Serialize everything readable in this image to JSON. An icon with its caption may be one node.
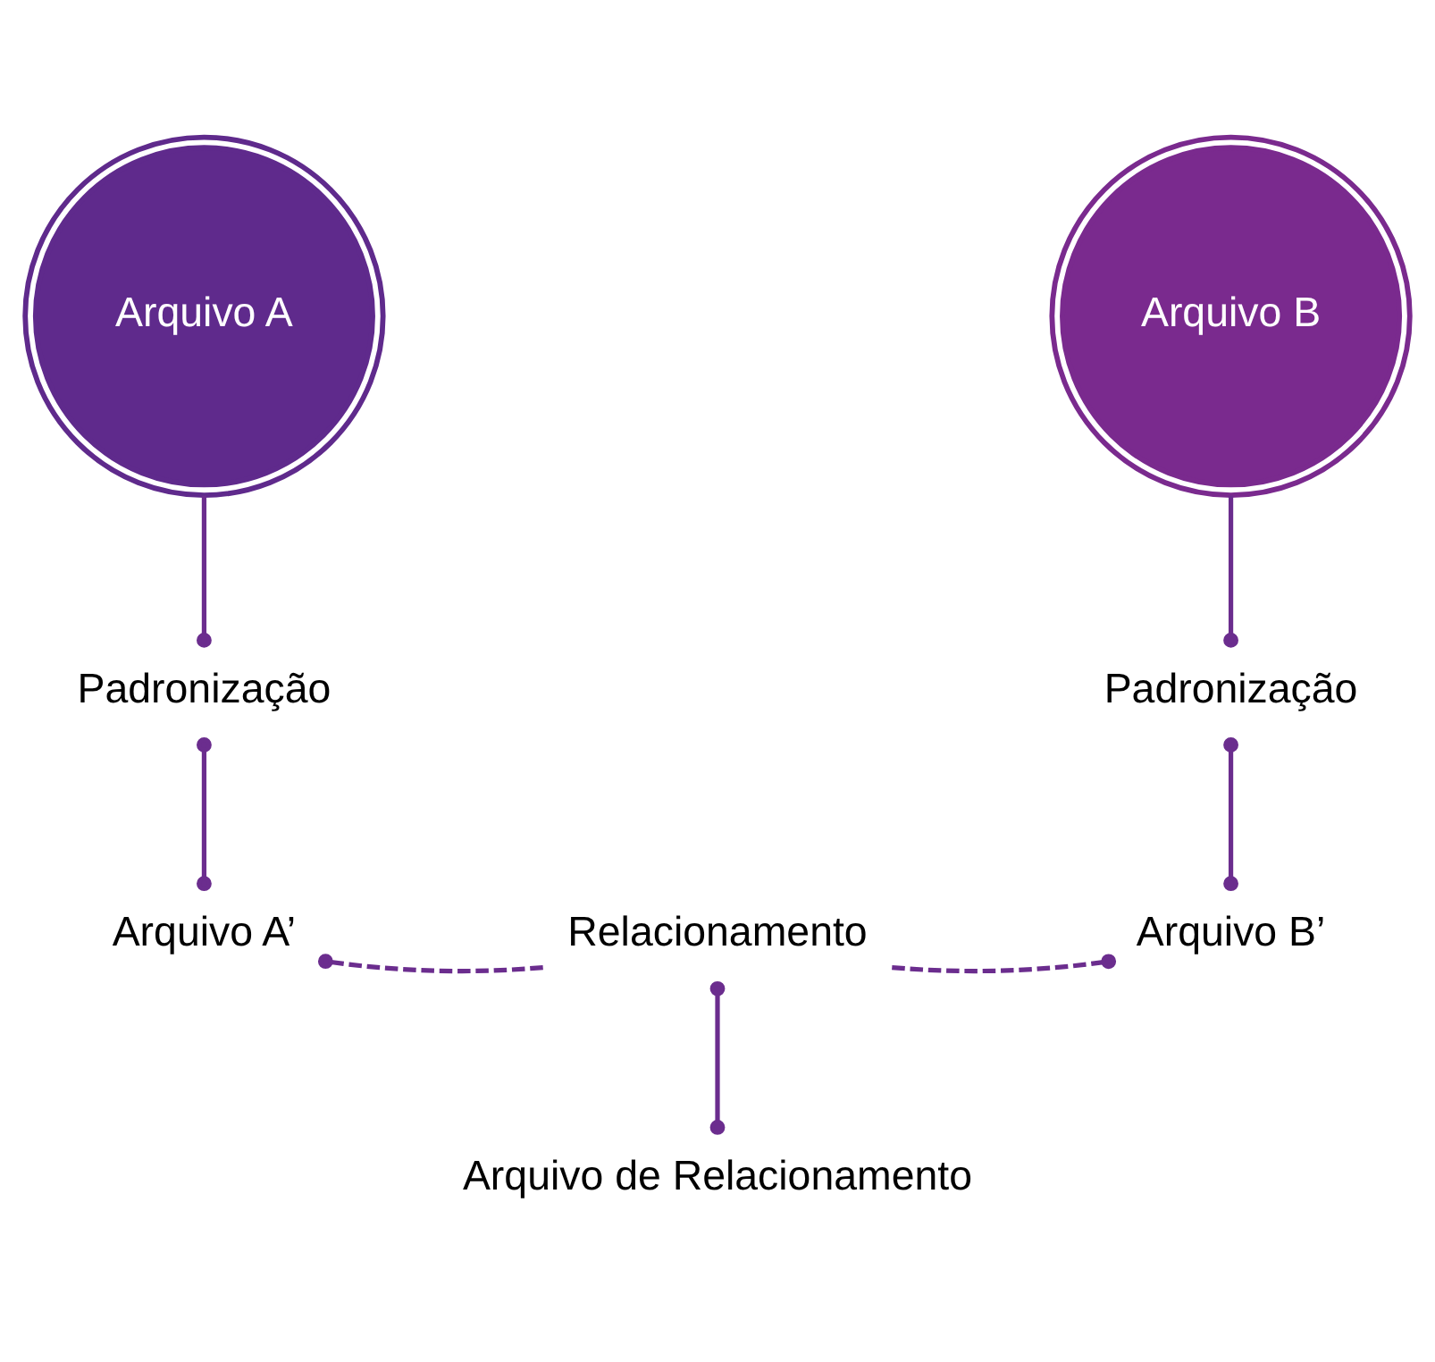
{
  "diagram": {
    "nodes": [
      {
        "text": [
          "Arquivo A"
        ]
      },
      {
        "text": [
          "Arquivo B"
        ]
      },
      {
        "text": [
          "Padronização"
        ]
      },
      {
        "text": [
          "Padronização"
        ]
      },
      {
        "text": [
          "Arquivo A’"
        ]
      },
      {
        "text": [
          "Relacionamento"
        ]
      },
      {
        "text": [
          "Arquivo B’"
        ]
      },
      {
        "text": [
          "Arquivo de Relacionamento"
        ]
      }
    ],
    "edges": [
      {
        "from": 0,
        "to": 2,
        "arrow": "other"
      },
      {
        "from": 2,
        "to": 4,
        "arrow": "other"
      },
      {
        "from": 1,
        "to": 3,
        "arrow": "other"
      },
      {
        "from": 3,
        "to": 6,
        "arrow": "other"
      },
      {
        "from": 5,
        "to": 4,
        "arrow": "other",
        "style": "dashed"
      },
      {
        "from": 5,
        "to": 6,
        "arrow": "other",
        "style": "dashed"
      },
      {
        "from": 5,
        "to": 7,
        "arrow": "other"
      }
    ]
  }
}
